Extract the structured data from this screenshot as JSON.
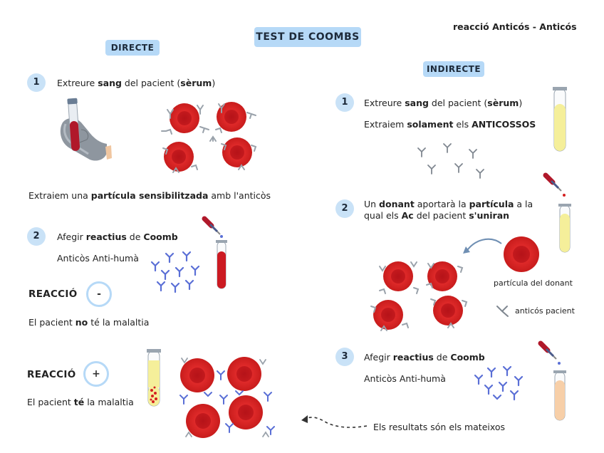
{
  "title": "TEST DE COOMBS",
  "subtitle": "reacció Anticós - Anticós",
  "direct": {
    "label": "DIRECTE",
    "step1": {
      "num": "1",
      "a": "Extreure ",
      "b": "sang",
      "c": " del pacient (",
      "d": "sèrum",
      "e": ")"
    },
    "extract": {
      "a": "Extraiem una ",
      "b": "partícula sensibilitzada",
      "c": " amb l'anticòs"
    },
    "step2": {
      "num": "2",
      "a": "Afegir ",
      "b": "reactius",
      "c": " de ",
      "d": "Coomb",
      "line2": "Anticòs Anti-humà"
    },
    "neg": {
      "label": "REACCIÓ",
      "sign": "-",
      "a": "El pacient ",
      "b": "no",
      "c": " té la malaltia"
    },
    "pos": {
      "label": "REACCIÓ",
      "sign": "+",
      "a": "El pacient ",
      "b": "té",
      "c": " la malaltia"
    }
  },
  "indirect": {
    "label": "INDIRECTE",
    "step1": {
      "num": "1",
      "a": "Extreure ",
      "b": "sang",
      "c": " del pacient (",
      "d": "sèrum",
      "e": ")",
      "l2a": "Extraiem ",
      "l2b": "solament",
      "l2c": " els ",
      "l2d": "ANTICOSSOS"
    },
    "step2": {
      "num": "2",
      "a": "Un ",
      "b": "donant",
      "c": " aportarà la ",
      "d": "partícula",
      "e": " a la",
      "l2a": "qual els ",
      "l2b": "Ac",
      "l2c": " del pacient ",
      "l2d": "s'uniran"
    },
    "donor_caption": "partícula del donant",
    "antibody_caption": "anticós pacient",
    "step3": {
      "num": "3",
      "a": "Afegir ",
      "b": "reactius",
      "c": " de ",
      "d": "Coomb",
      "line2": "Anticòs Anti-humà"
    },
    "result": "Els resultats són els mateixos"
  },
  "colors": {
    "tag_bg": "#b6d9f7",
    "rbc": "#d42020",
    "serum": "#f5ef9a",
    "antibody_grey": "#9aa2ab",
    "antibody_blue": "#5a6fd6"
  }
}
